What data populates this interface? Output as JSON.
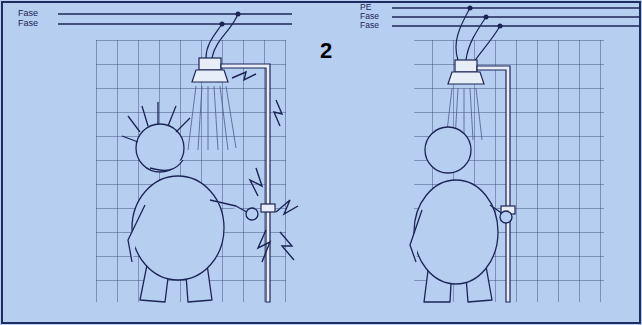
{
  "diagram": {
    "labels": [
      "Fase",
      "Fase",
      "2",
      "PE",
      "Fase",
      "Fase"
    ]
  }
}
